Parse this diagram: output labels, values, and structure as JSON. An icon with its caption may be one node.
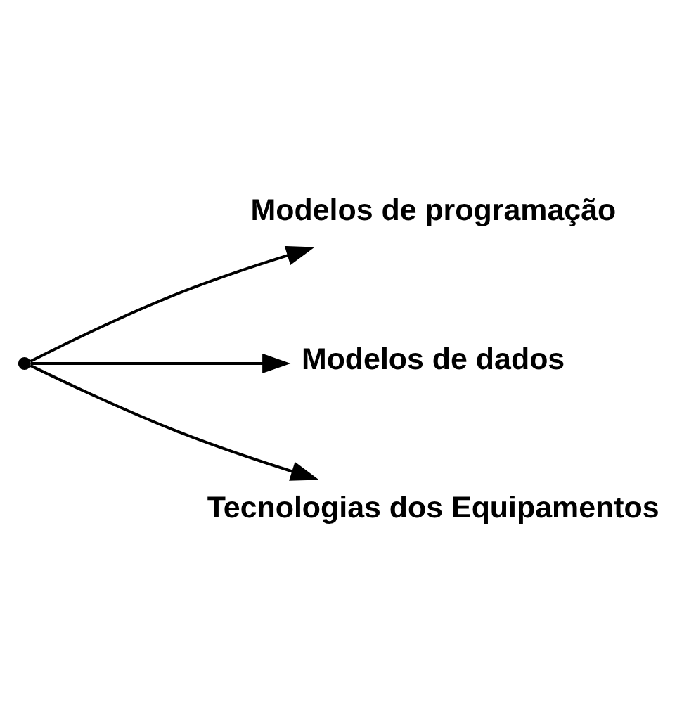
{
  "diagram": {
    "nodes": [
      {
        "text": [],
        "shape": "point"
      },
      {
        "text": [
          "Modelos de programação"
        ]
      },
      {
        "text": [
          "Modelos de dados"
        ]
      },
      {
        "text": [
          "Tecnologias dos Equipamentos"
        ]
      }
    ],
    "edges": [
      {
        "from": 0,
        "to": 1,
        "arrow": "to"
      },
      {
        "from": 0,
        "to": 2,
        "arrow": "to"
      },
      {
        "from": 0,
        "to": 3,
        "arrow": "to"
      }
    ]
  }
}
